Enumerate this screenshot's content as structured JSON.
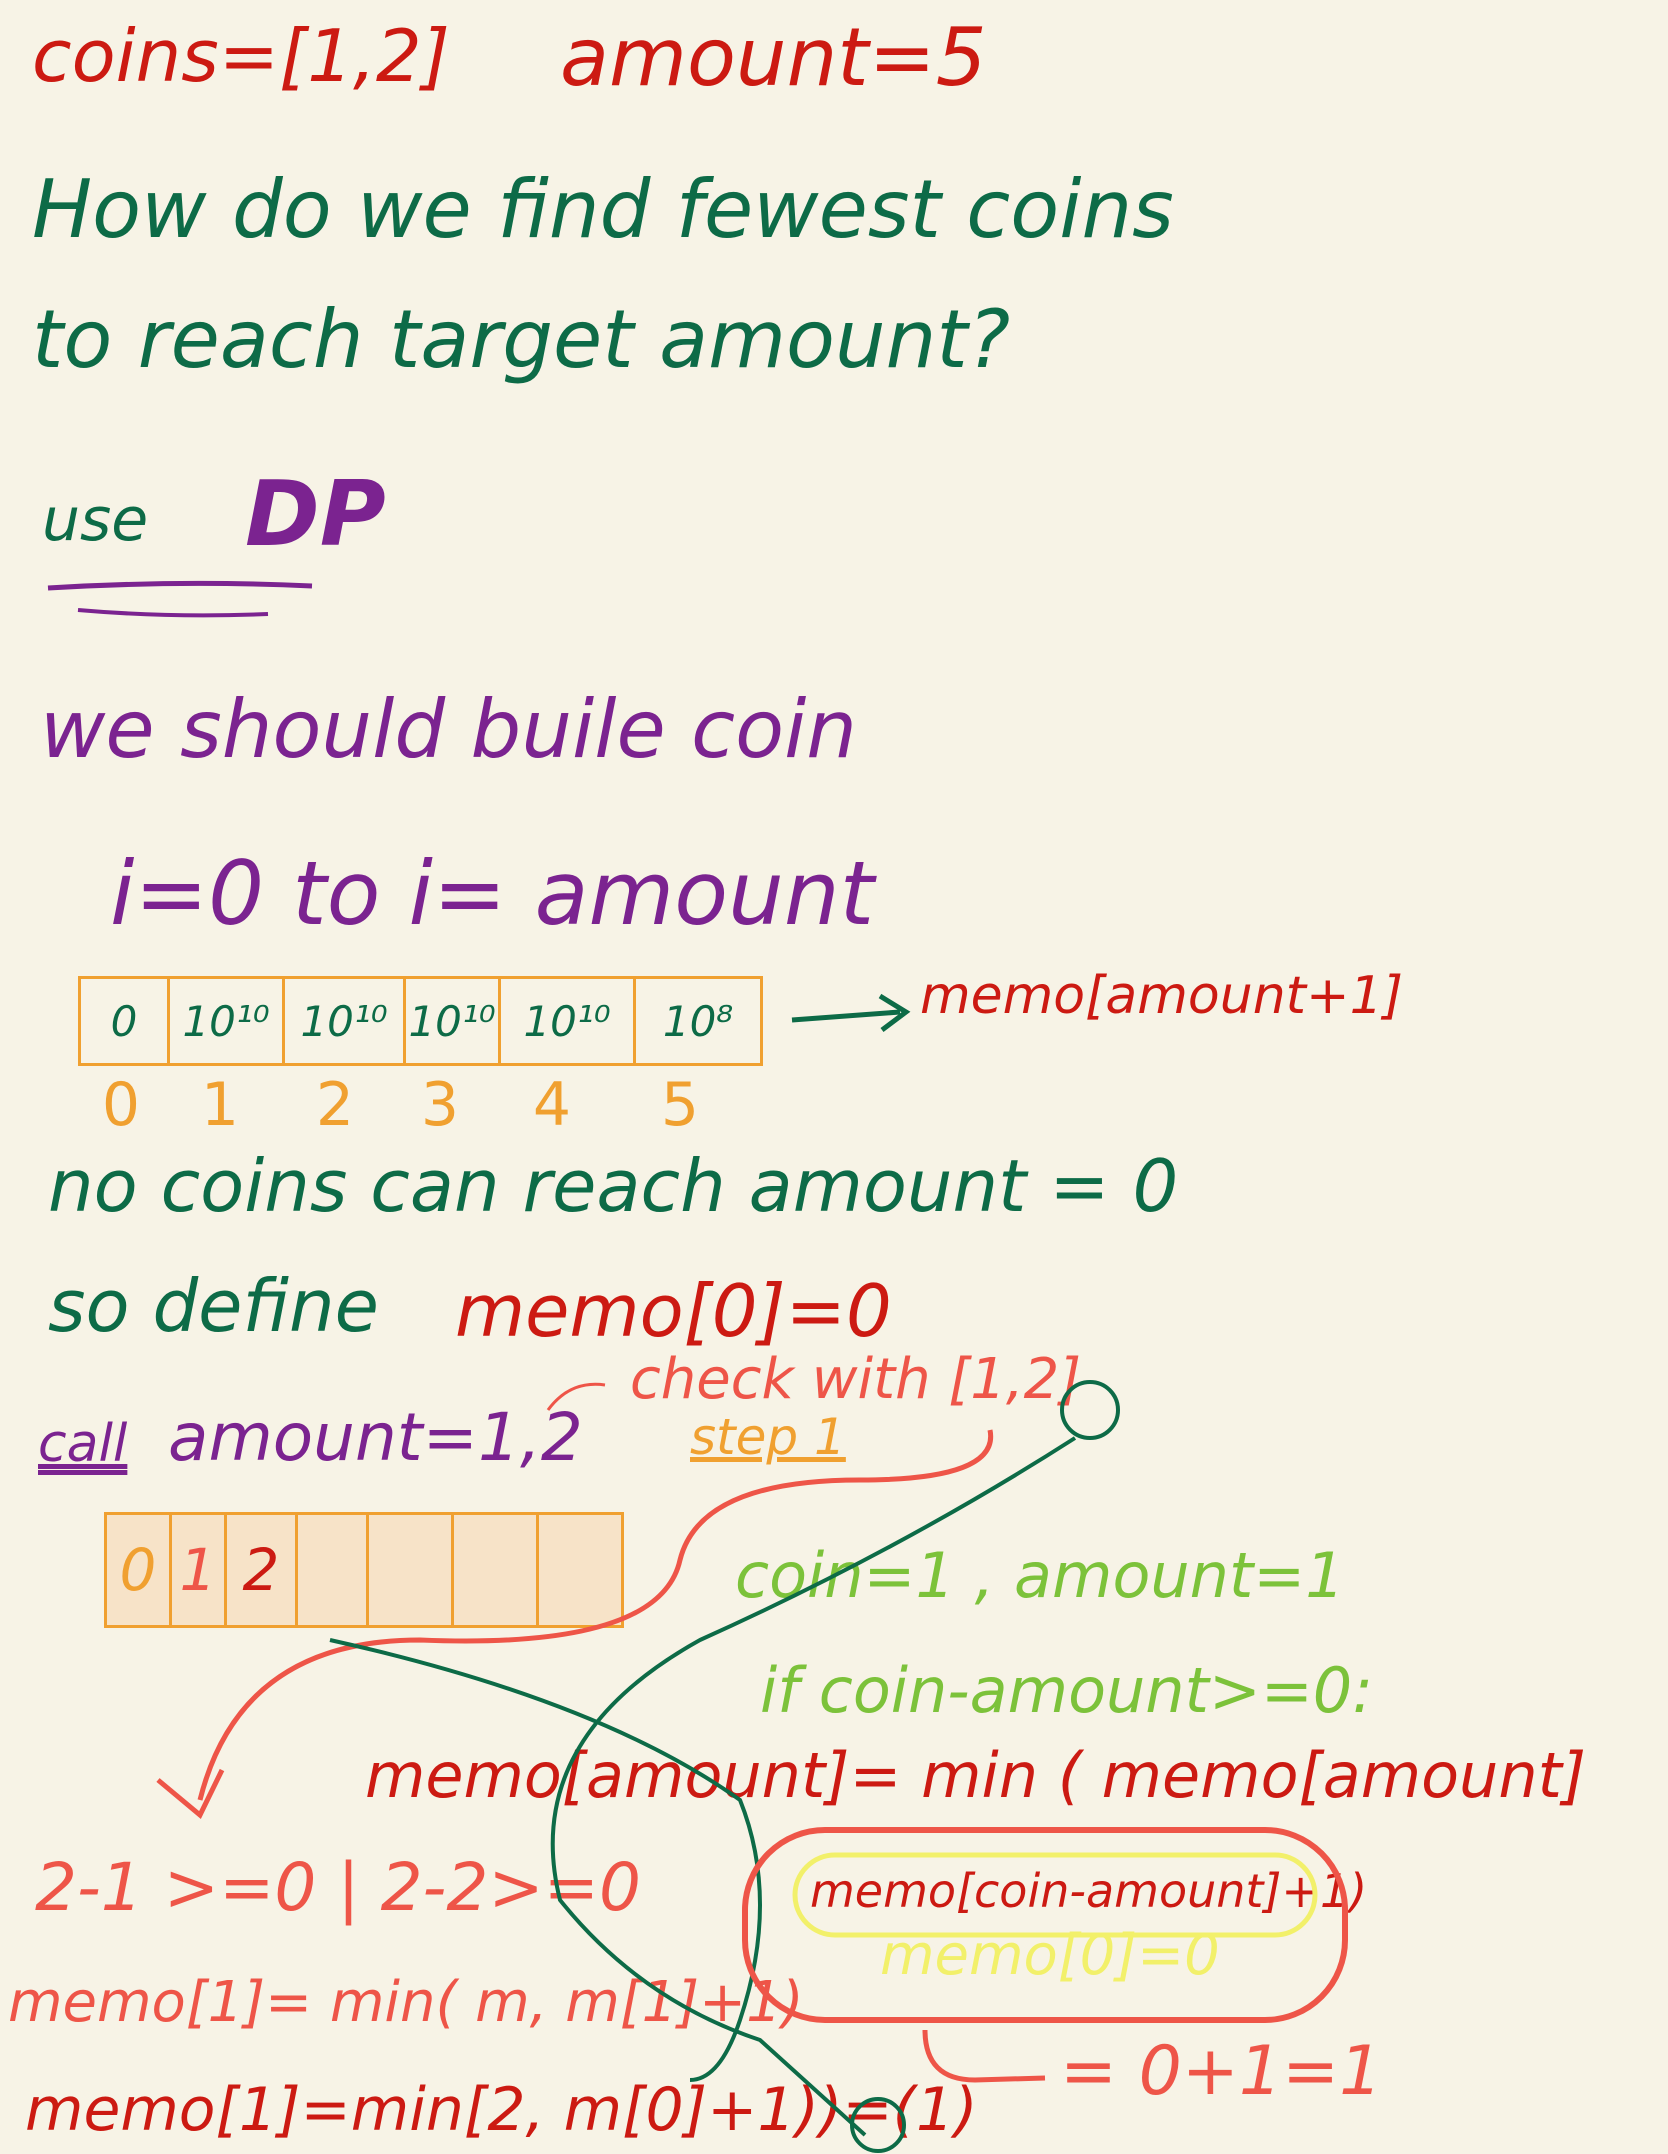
{
  "header": {
    "coins_text": "coins=[1,2]",
    "amount_text": "amount=5"
  },
  "question": {
    "line1": "How do we find fewest coins",
    "line2": "to reach target amount?"
  },
  "approach": {
    "use": "use",
    "dp": "DP"
  },
  "build": {
    "line1": "we should buile coin",
    "line2": "i=0 to i= amount"
  },
  "memo_table": {
    "cells": [
      "0",
      "10¹⁰",
      "10¹⁰",
      "10¹⁰",
      "10¹⁰",
      "10⁸"
    ],
    "indices": [
      "0",
      "1",
      "2",
      "3",
      "4",
      "5"
    ],
    "label": "memo[amount+1]"
  },
  "base_case": {
    "line1": "no coins can reach amount = 0",
    "line2_prefix": "so define",
    "line2_memo": "memo[0]=0"
  },
  "call": {
    "label": "call",
    "amount": "amount=1,2",
    "check": "check with [1,2]",
    "step": "step 1"
  },
  "memo_table2": {
    "cells": [
      "0",
      "1",
      "2",
      "",
      "",
      "",
      ""
    ]
  },
  "coin_step": {
    "coin": "coin=1 , amount=1",
    "if": "if coin-amount>=0:"
  },
  "formula": {
    "line1": "memo[amount]= min ( memo[amount]",
    "line2": "memo[coin-amount]+1)",
    "memo0": "memo[0]=0",
    "result": "= 0+1=1"
  },
  "calc": {
    "line1": "2-1 >=0 | 2-2>=0",
    "line2": "memo[1]= min( m, m[1]+1)",
    "line3": "memo[1]=min[2, m[0]+1))=(1)"
  }
}
